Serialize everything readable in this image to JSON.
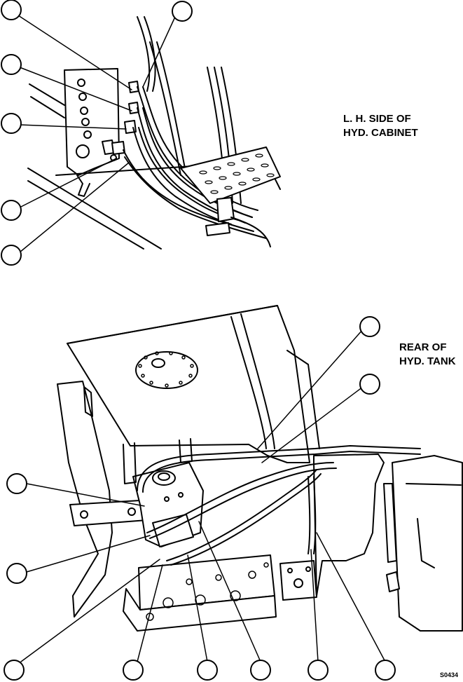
{
  "captions": {
    "top_line1": "L. H. SIDE OF",
    "top_line2": "HYD. CABINET",
    "bottom_line1": "REAR OF",
    "bottom_line2": "HYD. TANK"
  },
  "figure_id": "S0434",
  "colors": {
    "ink": "#000000",
    "paper": "#ffffff",
    "panel": "#f4f4f4"
  },
  "callouts": [
    {
      "name": "callout-top-1",
      "label": ""
    },
    {
      "name": "callout-top-2",
      "label": ""
    },
    {
      "name": "callout-top-3",
      "label": ""
    },
    {
      "name": "callout-top-4",
      "label": ""
    },
    {
      "name": "callout-top-5",
      "label": ""
    },
    {
      "name": "callout-top-6",
      "label": ""
    },
    {
      "name": "callout-bottom-1",
      "label": ""
    },
    {
      "name": "callout-bottom-2",
      "label": ""
    },
    {
      "name": "callout-bottom-3",
      "label": ""
    },
    {
      "name": "callout-bottom-4",
      "label": ""
    },
    {
      "name": "callout-bottom-5",
      "label": ""
    },
    {
      "name": "callout-bottom-6",
      "label": ""
    },
    {
      "name": "callout-bottom-7",
      "label": ""
    },
    {
      "name": "callout-bottom-8",
      "label": ""
    },
    {
      "name": "callout-bottom-9",
      "label": ""
    },
    {
      "name": "callout-bottom-10",
      "label": ""
    }
  ]
}
